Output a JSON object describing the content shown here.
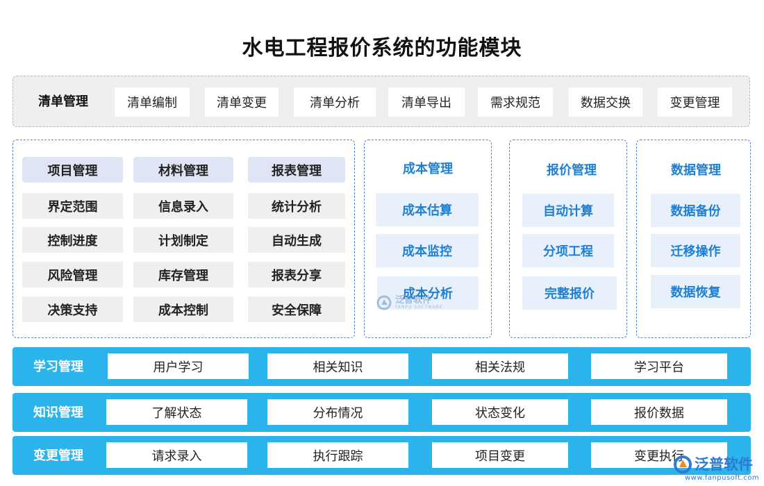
{
  "title": "水电工程报价系统的功能模块",
  "top_row": {
    "label": "清单管理",
    "items": [
      "清单编制",
      "清单变更",
      "清单分析",
      "清单导出",
      "需求规范",
      "数据交换",
      "变更管理"
    ]
  },
  "left_panel": {
    "columns": [
      {
        "header": "项目管理",
        "items": [
          "界定范围",
          "控制进度",
          "风险管理",
          "决策支持"
        ]
      },
      {
        "header": "材料管理",
        "items": [
          "信息录入",
          "计划制定",
          "库存管理",
          "成本控制"
        ]
      },
      {
        "header": "报表管理",
        "items": [
          "统计分析",
          "自动生成",
          "报表分享",
          "安全保障"
        ]
      }
    ]
  },
  "cost_panel": {
    "header": "成本管理",
    "items": [
      "成本估算",
      "成本监控",
      "成本分析"
    ]
  },
  "quote_panel": {
    "header": "报价管理",
    "items": [
      "自动计算",
      "分项工程",
      "完整报价"
    ]
  },
  "data_panel": {
    "header": "数据管理",
    "items": [
      "数据备份",
      "迁移操作",
      "数据恢复"
    ]
  },
  "bars": [
    {
      "label": "学习管理",
      "items": [
        "用户学习",
        "相关知识",
        "相关法规",
        "学习平台"
      ]
    },
    {
      "label": "知识管理",
      "items": [
        "了解状态",
        "分布情况",
        "状态变化",
        "报价数据"
      ]
    },
    {
      "label": "变更管理",
      "items": [
        "请求录入",
        "执行跟踪",
        "项目变更",
        "变更执行"
      ]
    }
  ],
  "watermark": {
    "brand": "泛普软件",
    "brand_en": "FANPU SOFTWARE",
    "url": "www.fanpusoft.com"
  },
  "colors": {
    "bar_blue": "#2bb4ec",
    "panel_border": "#4f87c6",
    "blue_text": "#1e7fd3",
    "head_bg": "#dfe5f5",
    "blue_cell_bg": "#e8f1fb"
  },
  "icons": [
    "fanpu-logo-icon"
  ]
}
